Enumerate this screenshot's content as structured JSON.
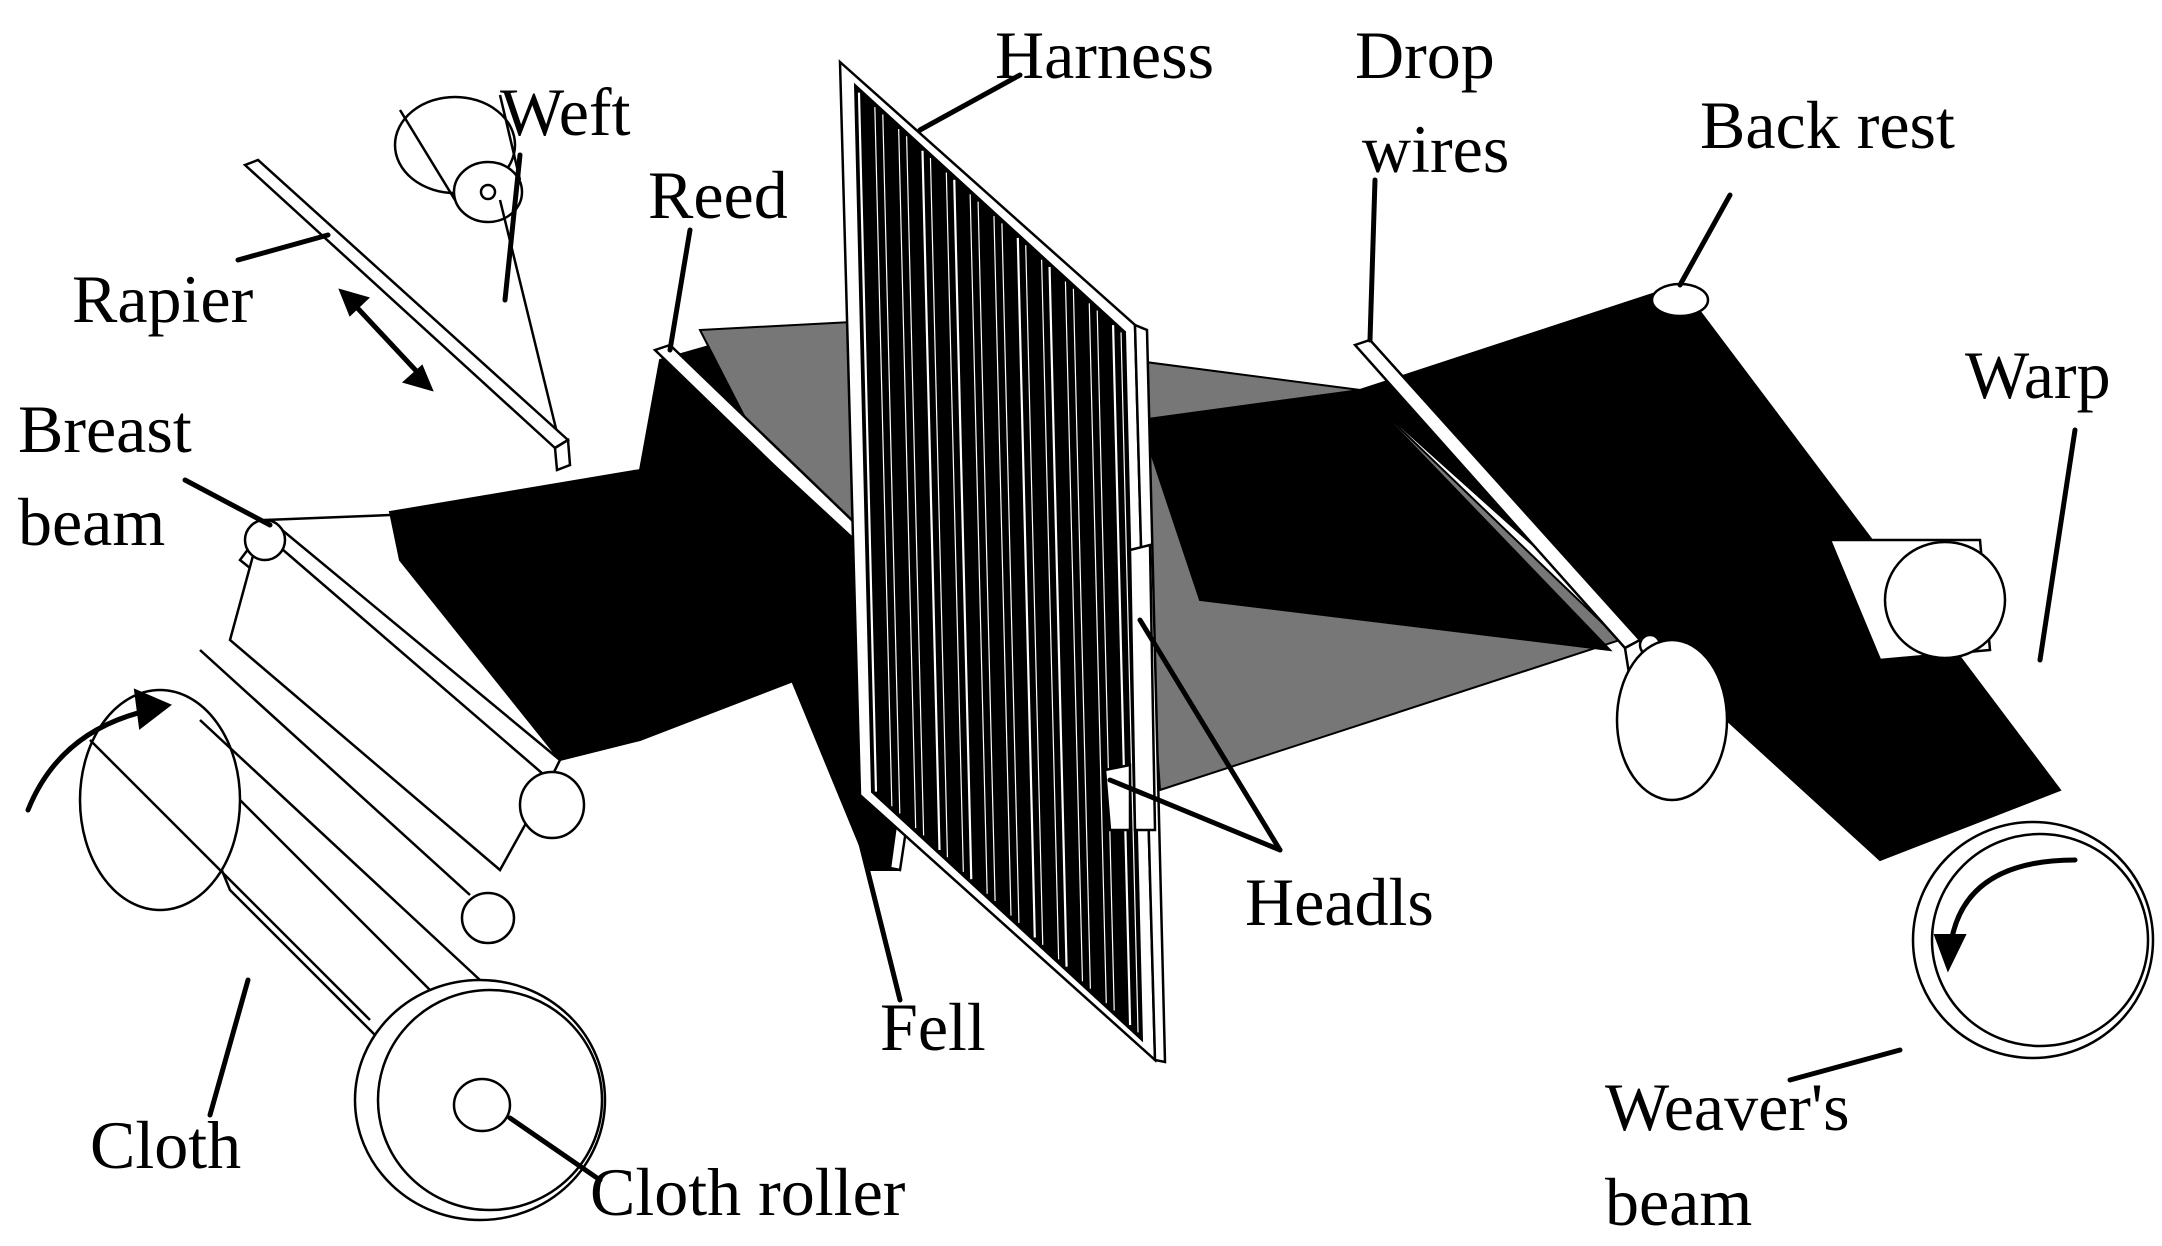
{
  "labels": {
    "weft": "Weft",
    "harness": "Harness",
    "drop_wires_1": "Drop",
    "drop_wires_2": "wires",
    "back_rest": "Back rest",
    "reed": "Reed",
    "rapier": "Rapier",
    "warp": "Warp",
    "breast_beam_1": "Breast",
    "breast_beam_2": "beam",
    "headls": "Headls",
    "fell": "Fell",
    "cloth": "Cloth",
    "cloth_roller": "Cloth roller",
    "weavers_beam_1": "Weaver's",
    "weavers_beam_2": "beam"
  },
  "colors": {
    "ink": "#000000",
    "paper": "#ffffff"
  }
}
